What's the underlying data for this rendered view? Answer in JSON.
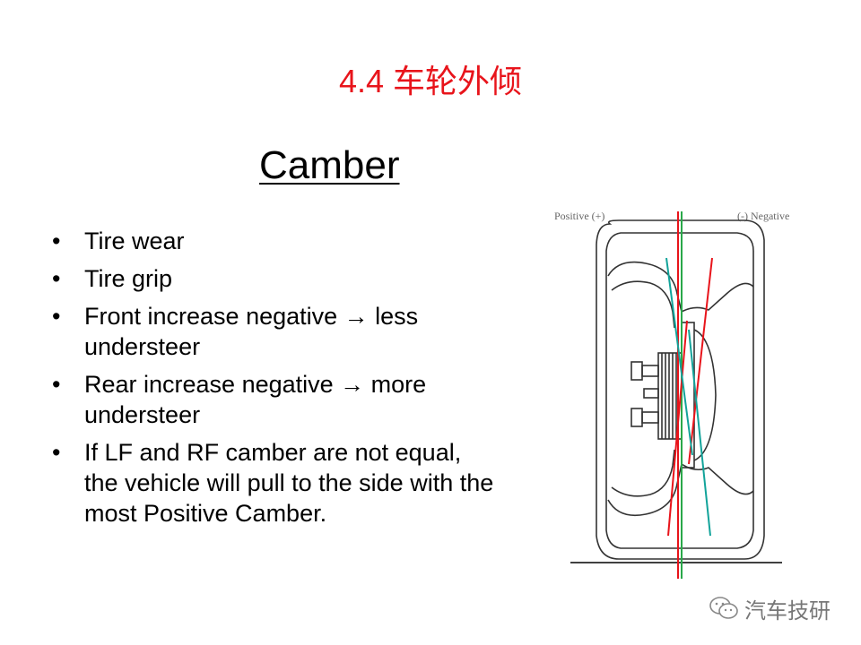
{
  "slide": {
    "title": "4.4  车轮外倾",
    "subtitle": "Camber",
    "bullets": [
      "Tire wear",
      "Tire grip",
      "Front increase negative → less understeer",
      "Rear increase negative → more understeer",
      "If LF and RF camber are not equal, the vehicle will pull to the side with the most Positive Camber."
    ]
  },
  "diagram": {
    "label_positive": "Positive (+)",
    "label_negative": "(-) Negative",
    "colors": {
      "positive_line": "#e8141b",
      "negative_line": "#12a39a",
      "vertical_green": "#2aa84a",
      "vertical_red": "#e8141b",
      "outline": "#333333"
    }
  },
  "watermark": {
    "text": "汽车技研",
    "icon": "wechat-icon"
  }
}
